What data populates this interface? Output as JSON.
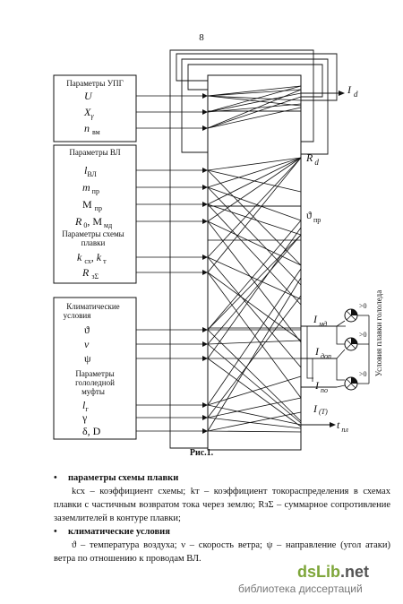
{
  "page_number": "8",
  "figure": {
    "panel1": {
      "title": "Параметры УПГ",
      "items": [
        {
          "main": "U",
          "sub": ""
        },
        {
          "main": "X",
          "sub": "γ"
        },
        {
          "main": "n",
          "sub": "вм"
        }
      ]
    },
    "panel2": {
      "title": "Параметры ВЛ",
      "items": [
        {
          "main": "l",
          "sub": "ВЛ"
        },
        {
          "main": "m",
          "sub": "пр"
        },
        {
          "main": "M",
          "sub": "пр"
        },
        {
          "main": "R",
          "sub": "0",
          "main2": ", M",
          "sub2": "мд"
        }
      ],
      "subtitle_line1": "Параметры схемы",
      "subtitle_line2": "плавки",
      "items2": [
        {
          "main": "k",
          "sub": "сх",
          "main2": ", k",
          "sub2": "т"
        },
        {
          "main": "R",
          "sub": "зΣ"
        }
      ]
    },
    "panel3": {
      "title_line1": "Климатические",
      "title_line2": "условия",
      "items": [
        {
          "main": "ϑ",
          "sub": ""
        },
        {
          "main": "ν",
          "sub": ""
        },
        {
          "main": "ψ",
          "sub": ""
        }
      ],
      "subtitle_line1": "Параметры",
      "subtitle_line2": "гололедной",
      "subtitle_line3": "муфты",
      "items2": [
        {
          "main": "l",
          "sub": "г"
        },
        {
          "main": "γ",
          "sub": ""
        },
        {
          "main": "δ, D",
          "sub": ""
        }
      ]
    },
    "outputs": {
      "Id": {
        "main": "I",
        "sub": "d"
      },
      "Rd": {
        "main": "R",
        "sub": "d"
      },
      "theta": {
        "main": "ϑ",
        "sub": "пр"
      },
      "Imd": {
        "main": "I",
        "sub": "мд"
      },
      "Idop": {
        "main": "I",
        "sub": "доп"
      },
      "Ipo": {
        "main": "I",
        "sub": "по"
      },
      "IT": {
        "main": "I",
        "sub": "(T)"
      },
      "tpl": {
        "main": "t",
        "sub": "пл"
      }
    },
    "compare_label": ">0",
    "side_label": "Условия плавки гололеда"
  },
  "caption": "Рис.1.",
  "text": {
    "bullet1": "параметры схемы плавки",
    "para1": "kсх – коэффициент схемы; kт – коэффициент токораспределения в схемах плавки с частичным возвратом тока через землю; RзΣ – суммарное сопротивление заземлителей в контуре плавки;",
    "bullet2": "климатические условия",
    "para2": "ϑ – температура воздуха; ν – скорость ветра; ψ – направление (угол атаки) ветра по отношению к проводам ВЛ."
  },
  "watermark": {
    "logo_main": "dsLib",
    "logo_tld": ".net",
    "sub": "библиотека диссертаций"
  }
}
